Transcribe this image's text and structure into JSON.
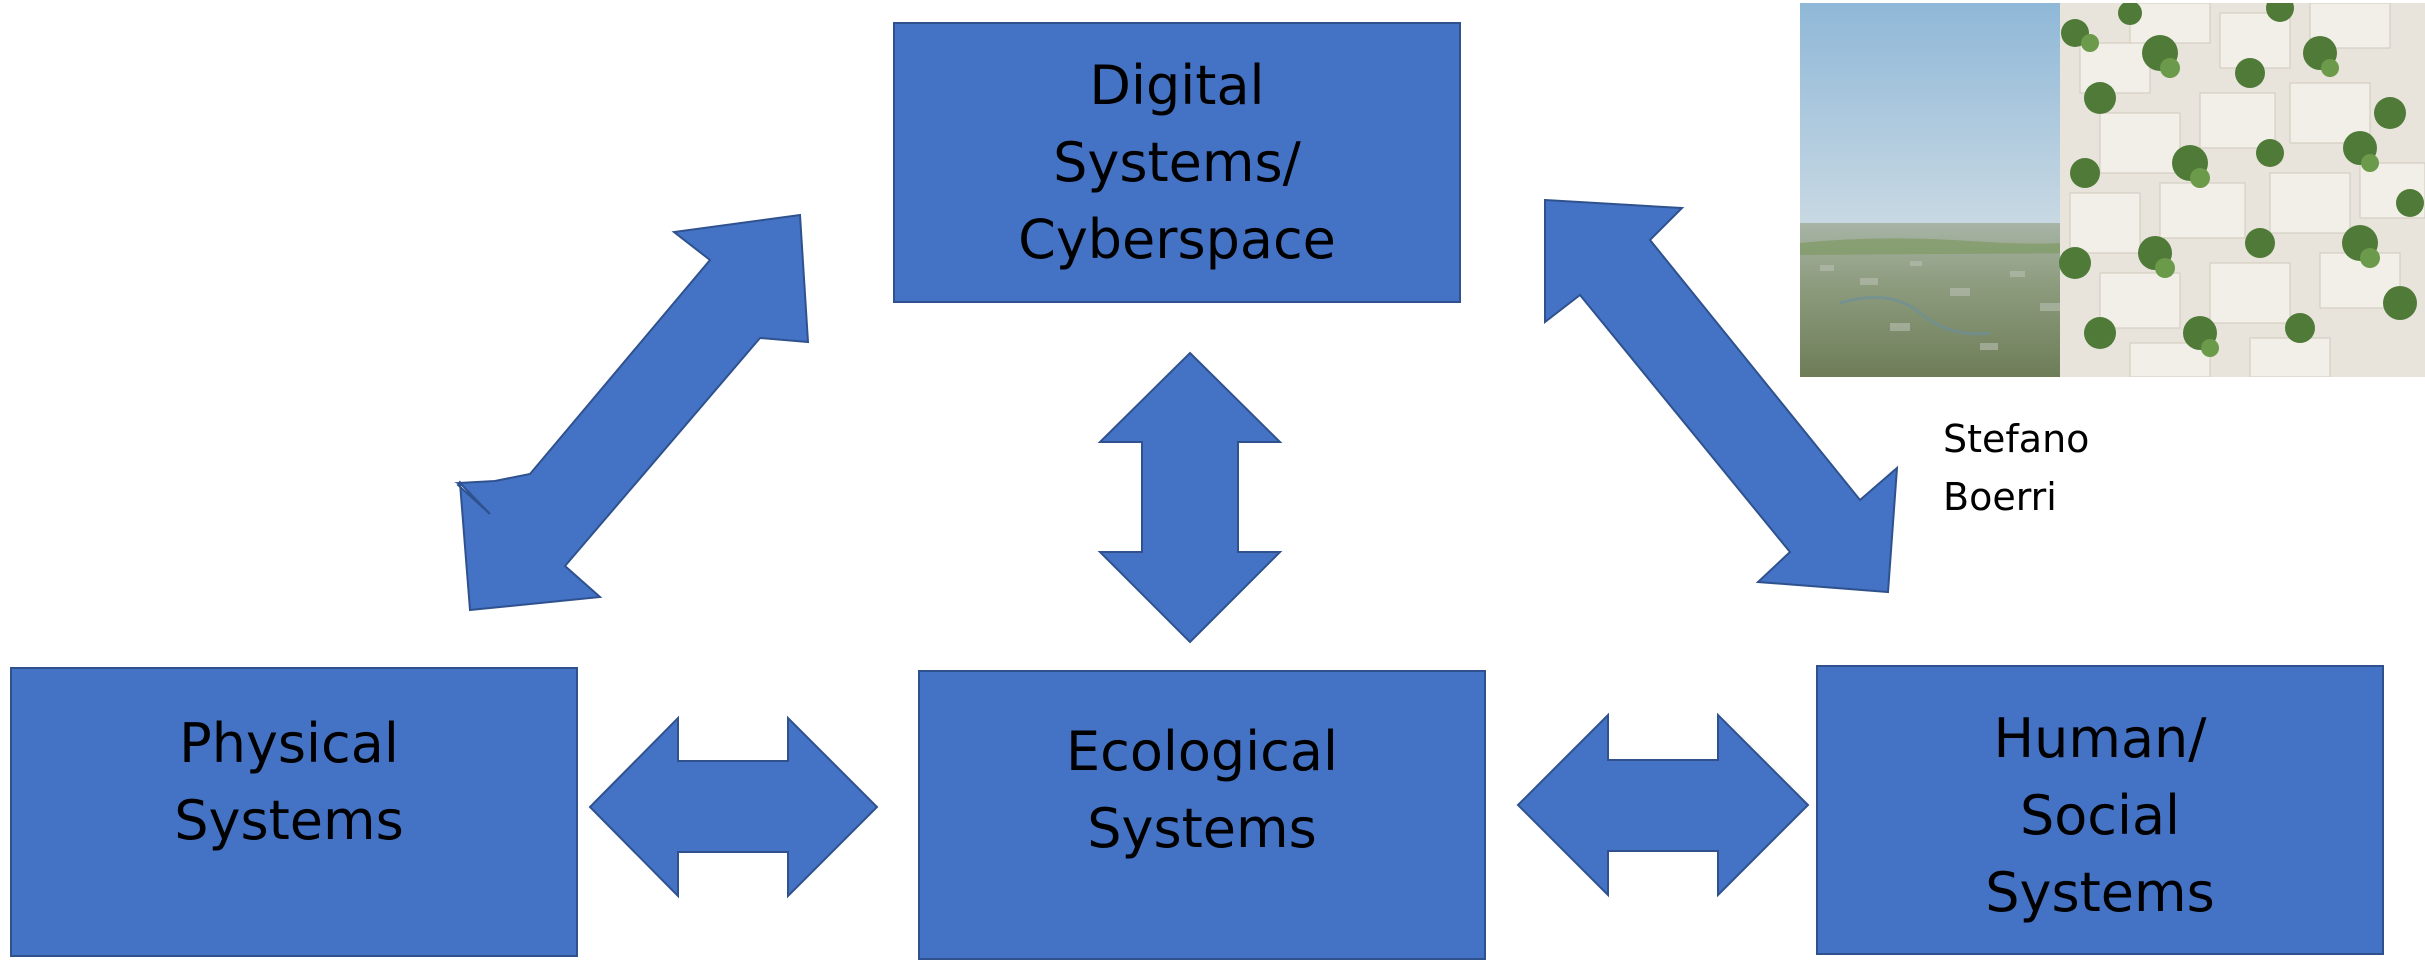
{
  "diagram": {
    "boxes": {
      "digital": {
        "label": "Digital\nSystems/\nCyberspace"
      },
      "physical": {
        "label": "Physical\nSystems"
      },
      "ecological": {
        "label": "Ecological\nSystems"
      },
      "human": {
        "label": "Human/\nSocial\nSystems"
      }
    },
    "colors": {
      "box_fill": "#4472c4",
      "box_border": "#2f528f",
      "arrow_fill": "#4472c4"
    },
    "photo": {
      "caption": "Stefano\nBoerri",
      "description_icon": "building-photo"
    }
  }
}
